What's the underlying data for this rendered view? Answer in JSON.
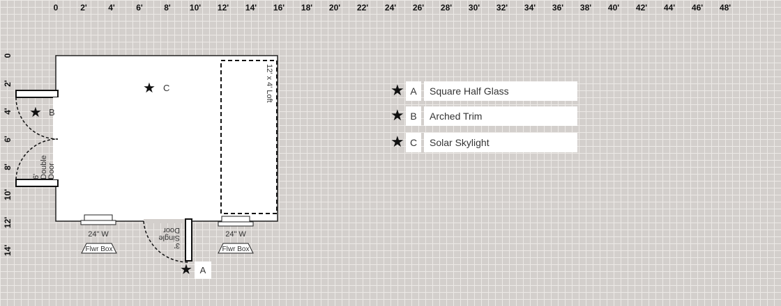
{
  "ruler": {
    "x_labels": [
      "0",
      "2'",
      "4'",
      "6'",
      "8'",
      "10'",
      "12'",
      "14'",
      "16'",
      "18'",
      "20'",
      "22'",
      "24'",
      "26'",
      "28'",
      "30'",
      "32'",
      "34'",
      "36'",
      "38'",
      "40'",
      "42'",
      "44'",
      "46'",
      "48'"
    ],
    "y_labels": [
      "0",
      "2'",
      "4'",
      "6'",
      "8'",
      "10'",
      "12'",
      "14'"
    ]
  },
  "plan": {
    "loft_label": "12' x 4' Loft",
    "double_door": [
      "6'",
      "Double",
      "Door"
    ],
    "single_door": [
      "3'",
      "Single",
      "Door"
    ],
    "window_left": "24\" W",
    "window_right": "24\" W",
    "flower_box_left": "Flwr Box",
    "flower_box_right": "Flwr Box",
    "markers": {
      "a": "A",
      "b": "B",
      "c": "C"
    }
  },
  "legend": [
    {
      "letter": "A",
      "name": "Square Half Glass"
    },
    {
      "letter": "B",
      "name": "Arched Trim"
    },
    {
      "letter": "C",
      "name": "Solar Skylight"
    }
  ]
}
